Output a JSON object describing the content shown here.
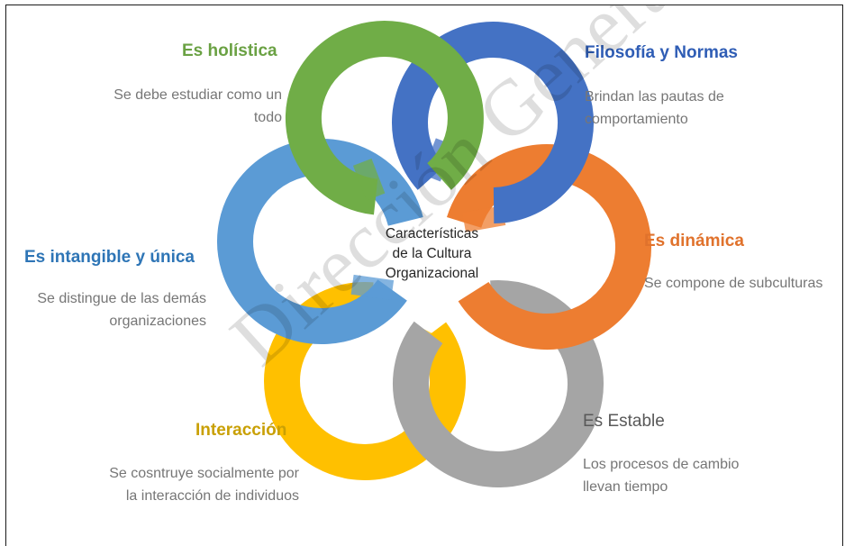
{
  "center": {
    "lines": [
      "Características",
      "de la Cultura",
      "Organizacional"
    ]
  },
  "nodes": [
    {
      "title": "Es holística",
      "description_lines": [
        "Se debe estudiar como un",
        "todo"
      ],
      "color": "#6aa143"
    },
    {
      "title": "Filosofía y Normas",
      "description_lines": [
        "Brindan las pautas de",
        "comportamiento"
      ],
      "color": "#2f5db5"
    },
    {
      "title": "Es dinámica",
      "description_lines": [
        "Se compone de subculturas"
      ],
      "color": "#e0722c"
    },
    {
      "title": "Es Estable",
      "description_lines": [
        "Los procesos de cambio",
        "llevan tiempo"
      ],
      "color": "#595959"
    },
    {
      "title": "Interacción",
      "description_lines": [
        "Se cosntruye socialmente por",
        "la interacción de individuos"
      ],
      "color": "#c9a005"
    },
    {
      "title": "Es intangible y única",
      "description_lines": [
        "Se distingue de las demás",
        "organizaciones"
      ],
      "color": "#2e75b6"
    }
  ],
  "ring_colors": {
    "green": "#70ad47",
    "blue": "#4472c4",
    "orange": "#ed7d31",
    "gray": "#a5a5a5",
    "gold": "#ffc000",
    "light_blue": "#5b9bd5"
  },
  "watermark": "Dirección General de Bibliotecas"
}
